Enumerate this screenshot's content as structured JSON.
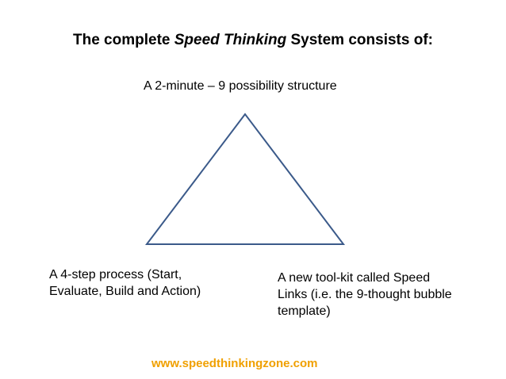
{
  "title": {
    "part1": "The complete ",
    "part2": "Speed Thinking",
    "part3": " System consists of:"
  },
  "triangle": {
    "stroke_color": "#3b5a8a",
    "top_label": "A 2-minute – 9 possibility structure",
    "left_label": "A 4-step process (Start, Evaluate, Build and Action)",
    "right_label": "A new tool-kit called Speed Links (i.e. the 9-thought bubble template)"
  },
  "footer": {
    "url": "www.speedthinkingzone.com",
    "url_color": "#f0a000"
  }
}
